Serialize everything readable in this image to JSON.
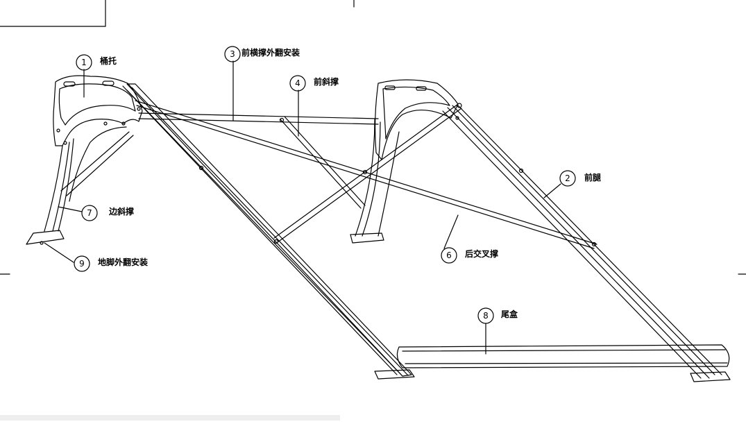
{
  "callouts": [
    {
      "number": "1",
      "label": "桶托"
    },
    {
      "number": "2",
      "label": "前腿"
    },
    {
      "number": "3",
      "label": "前横撑外翻安装"
    },
    {
      "number": "4",
      "label": "前斜撑"
    },
    {
      "number": "6",
      "label": "后交叉撑"
    },
    {
      "number": "7",
      "label": "边斜撑"
    },
    {
      "number": "8",
      "label": "尾盒"
    },
    {
      "number": "9",
      "label": "地脚外翻安装"
    }
  ],
  "colors": {
    "line": "#000000",
    "background": "#ffffff",
    "footer_bar": "#eeeeee"
  }
}
